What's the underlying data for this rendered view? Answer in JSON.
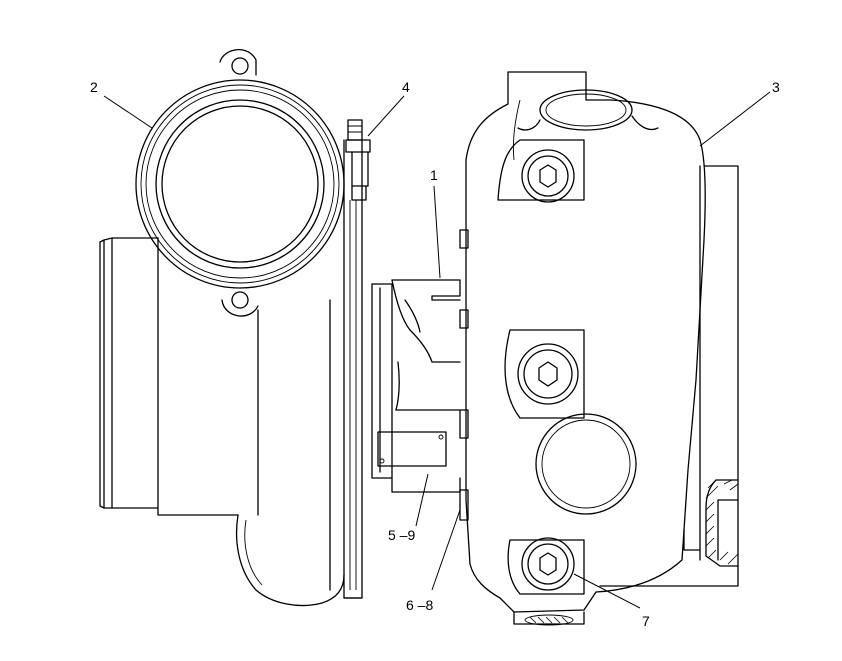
{
  "diagram": {
    "callouts": {
      "c1": "1",
      "c2": "2",
      "c3": "3",
      "c4": "4",
      "c5_9": "5 –9",
      "c6_8": "6 –8",
      "c7": "7"
    }
  }
}
